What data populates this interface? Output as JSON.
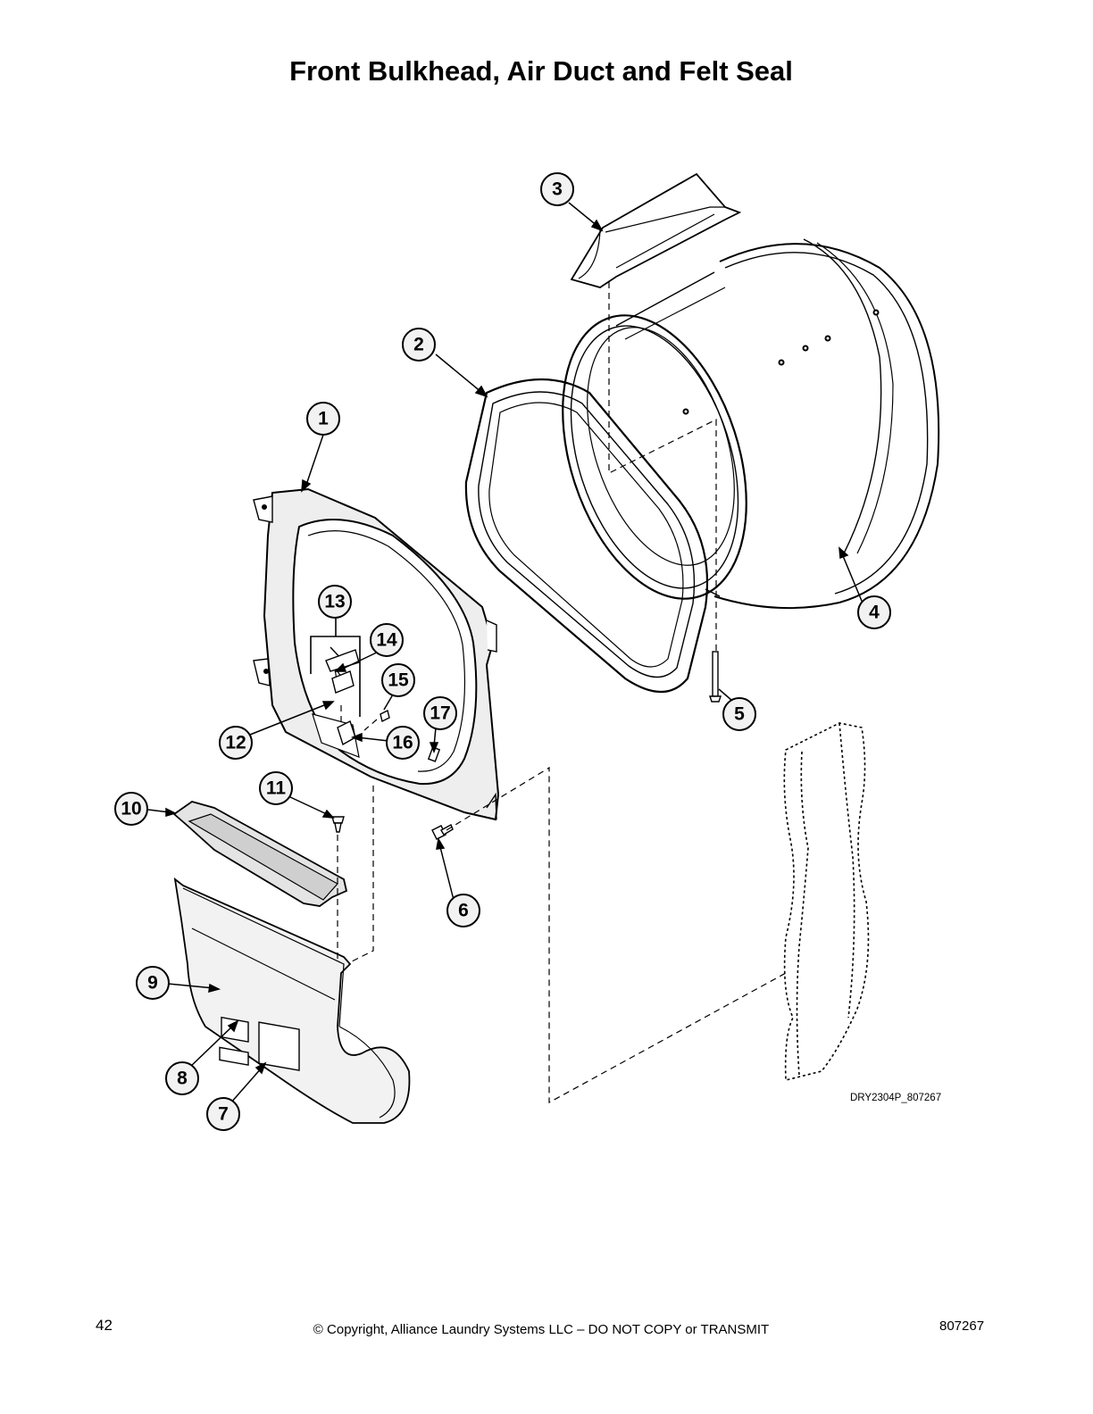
{
  "title": "Front Bulkhead, Air Duct and Felt Seal",
  "figure_code": "DRY2304P_807267",
  "callouts": [
    "1",
    "2",
    "3",
    "4",
    "5",
    "6",
    "7",
    "8",
    "9",
    "10",
    "11",
    "12",
    "13",
    "14",
    "15",
    "16",
    "17"
  ],
  "footer": {
    "page_number": "42",
    "copyright": "© Copyright, Alliance Laundry Systems LLC – DO NOT COPY or TRANSMIT",
    "doc_number": "807267"
  },
  "colors": {
    "line": "#000000",
    "fill": "#ffffff",
    "shade": "#eeeeee",
    "callout_fill": "#f2f2f2"
  }
}
